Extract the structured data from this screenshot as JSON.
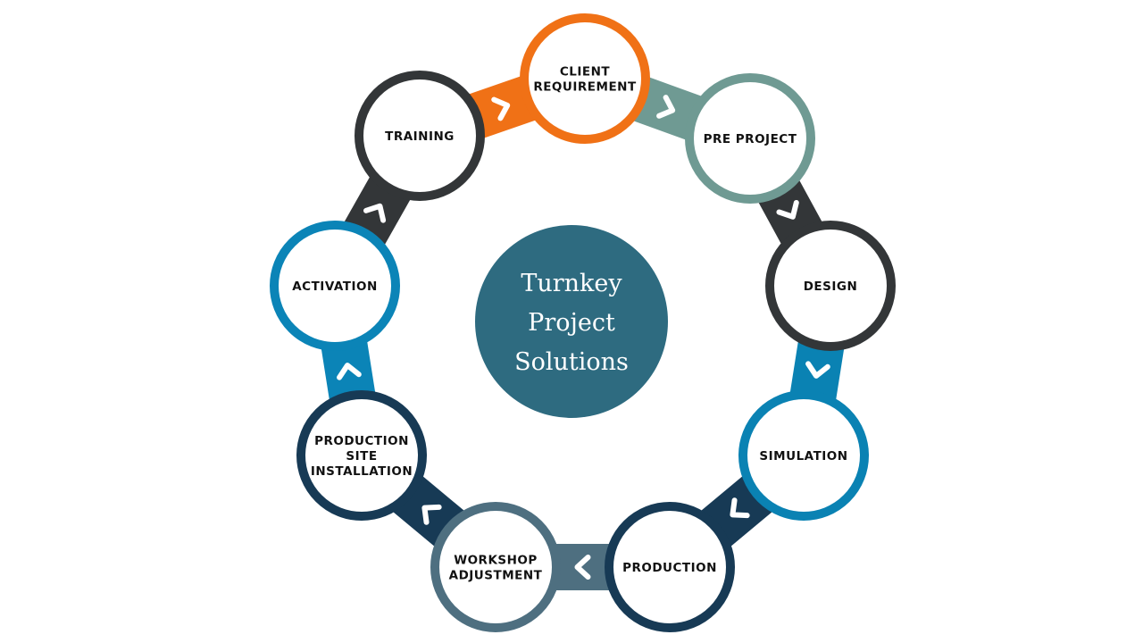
{
  "center": {
    "lines": [
      "Turnkey",
      "Project",
      "Solutions"
    ],
    "color": "#2e6b80"
  },
  "steps": [
    {
      "lines": [
        "CLIENT",
        "REQUIREMENT"
      ],
      "color": "#f07116"
    },
    {
      "lines": [
        "PRE PROJECT"
      ],
      "color": "#6f9a93"
    },
    {
      "lines": [
        "DESIGN"
      ],
      "color": "#333638"
    },
    {
      "lines": [
        "SIMULATION"
      ],
      "color": "#0a82b3"
    },
    {
      "lines": [
        "PRODUCTION"
      ],
      "color": "#173a55"
    },
    {
      "lines": [
        "WORKSHOP",
        "ADJUSTMENT"
      ],
      "color": "#4e6f80"
    },
    {
      "lines": [
        "PRODUCTION",
        "SITE",
        "INSTALLATION"
      ],
      "color": "#173a55"
    },
    {
      "lines": [
        "ACTIVATION"
      ],
      "color": "#0b84b7"
    },
    {
      "lines": [
        "TRAINING"
      ],
      "color": "#333638"
    }
  ]
}
